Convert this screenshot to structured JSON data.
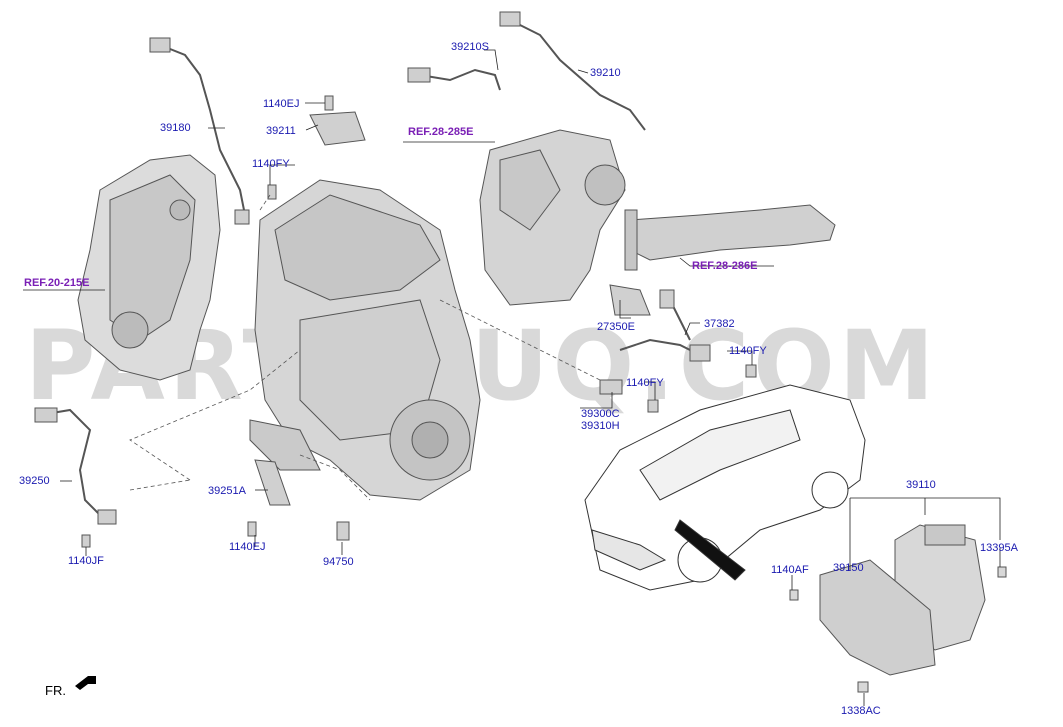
{
  "watermark": "PARTSOUQ.COM",
  "direction_label": "FR.",
  "refs": {
    "ref_28_285e": "REF.28-285E",
    "ref_20_215e": "REF.20-215E",
    "ref_28_286e": "REF.28-286E"
  },
  "parts": {
    "p39210s": "39210S",
    "p39210": "39210",
    "p1140ej_top": "1140EJ",
    "p39211": "39211",
    "p39180": "39180",
    "p1140fy_left": "1140FY",
    "p27350e": "27350E",
    "p37382": "37382",
    "p1140fy_right": "1140FY",
    "p1140fy_mid": "1140FY",
    "p39300c": "39300C",
    "p39310h": "39310H",
    "p39250": "39250",
    "p39251a": "39251A",
    "p1140ej_bottom": "1140EJ",
    "p94750": "94750",
    "p1140jf": "1140JF",
    "p39110": "39110",
    "p13395a": "13395A",
    "p1140af": "1140AF",
    "p39150": "39150",
    "p1338ac": "1338AC"
  },
  "colors": {
    "label": "#1a1ab0",
    "ref": "#7a1fb5",
    "watermark": "#d9d9d9"
  }
}
